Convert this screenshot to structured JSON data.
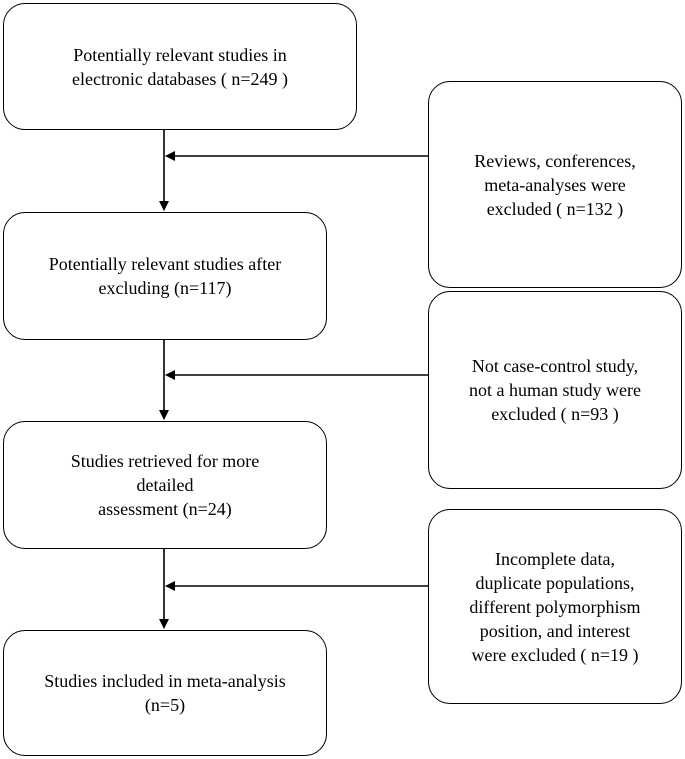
{
  "flow_boxes": [
    {
      "lines": [
        "Potentially relevant studies in",
        "electronic databases ( n=249 )"
      ]
    },
    {
      "lines": [
        "Potentially relevant studies after",
        "excluding (n=117)"
      ]
    },
    {
      "lines": [
        "Studies retrieved for more",
        "detailed",
        "assessment (n=24)"
      ]
    },
    {
      "lines": [
        "Studies included in meta-analysis",
        "(n=5)"
      ]
    }
  ],
  "exclusion_boxes": [
    {
      "lines": [
        "Reviews, conferences,",
        "meta-analyses were",
        "excluded ( n=132 )"
      ]
    },
    {
      "lines": [
        "Not case-control study,",
        "not a human study were",
        "excluded ( n=93 )"
      ]
    },
    {
      "lines": [
        "Incomplete data,",
        "duplicate populations,",
        "different polymorphism",
        "position, and interest",
        "were excluded ( n=19 )"
      ]
    }
  ]
}
